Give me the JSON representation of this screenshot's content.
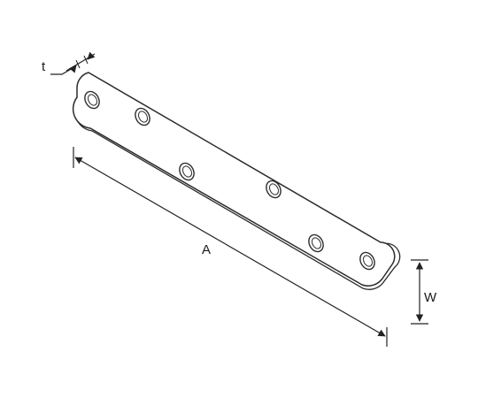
{
  "dimensions": {
    "thickness_label": "t",
    "length_label": "A",
    "width_label": "W"
  },
  "plate": {
    "hole_count": 6,
    "stroke_color": "#2b2b2b",
    "fill_color": "#ffffff"
  }
}
